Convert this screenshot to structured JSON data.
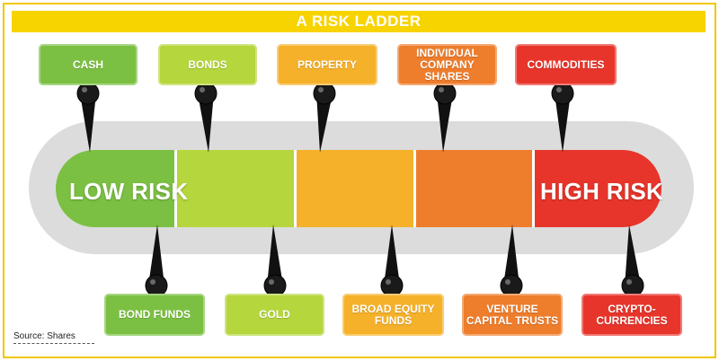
{
  "title": "A RISK LADDER",
  "bar": {
    "low_label": "LOW RISK",
    "high_label": "HIGH RISK"
  },
  "top_labels": [
    {
      "text": "CASH",
      "color": "#7cc043"
    },
    {
      "text": "BONDS",
      "color": "#b5d63c"
    },
    {
      "text": "PROPERTY",
      "color": "#f6b12a"
    },
    {
      "text": "INDIVIDUAL\nCOMPANY\nSHARES",
      "color": "#ee7d2c"
    },
    {
      "text": "COMMODITIES",
      "color": "#e8352b"
    }
  ],
  "bottom_labels": [
    {
      "text": "BOND FUNDS",
      "color": "#7cc043"
    },
    {
      "text": "GOLD",
      "color": "#b5d63c"
    },
    {
      "text": "BROAD EQUITY\nFUNDS",
      "color": "#f6b12a"
    },
    {
      "text": "VENTURE\nCAPITAL TRUSTS",
      "color": "#ee7d2c"
    },
    {
      "text": "CRYPTO-\nCURRENCIES",
      "color": "#e8352b"
    }
  ],
  "source": "Source: Shares",
  "segment_colors": [
    "#7cc043",
    "#b5d63c",
    "#f6b12a",
    "#ee7d2c",
    "#e8352b"
  ]
}
